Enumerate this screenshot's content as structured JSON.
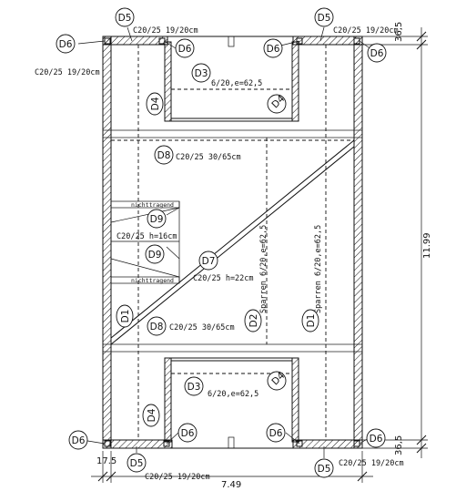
{
  "callouts": {
    "d5_top_left": "D5",
    "d5_top_right": "D5",
    "d5_bottom_left": "D5",
    "d5_bottom_right": "D5",
    "d6_top_left_outer": "D6",
    "d6_top_left_inner": "D6",
    "d6_top_right_inner": "D6",
    "d6_top_right_outer": "D6",
    "d6_bottom_left_outer": "D6",
    "d6_bottom_left_inner": "D6",
    "d6_bottom_right_inner": "D6",
    "d6_bottom_right_outer": "D6",
    "d3_top": "D3",
    "d3_bottom": "D3",
    "d4_top_left": "D4",
    "d4_top_right": "D4",
    "d4_bottom_left": "D4",
    "d4_bottom_right": "D4",
    "d8_top": "D8",
    "d8_bottom": "D8",
    "d9_upper": "D9",
    "d9_lower": "D9",
    "d7": "D7",
    "d1_left": "D1",
    "d1_right": "D1",
    "d2": "D2"
  },
  "labels": {
    "beam_top_left": "C20/25 19/20cm",
    "beam_top_right": "C20/25 19/20cm",
    "beam_left_outer": "C20/25 19/20cm",
    "beam_bottom_left": "C20/25 19/20cm",
    "beam_bottom_right": "C20/25 19/20cm",
    "d3_top_text": "6/20,e=62,5",
    "d3_bottom_text": "6/20,e=62,5",
    "d8_top_text": "C20/25 30/65cm",
    "d8_bottom_text": "C20/25 30/65cm",
    "stair_h16": "C20/25 h=16cm",
    "d7_text": "C20/25 h=22cm",
    "nicht_top": "nichttragend",
    "nicht_bottom": "nichttragend",
    "sparren_d2": "Sparren 6/20,e=62,5",
    "sparren_d1": "Sparren 6/20,e=62,5"
  },
  "dimensions": {
    "right_top": "36,5",
    "right_total": "11.99",
    "right_bottom": "36,5",
    "bottom_left": "17.5",
    "bottom_width": "7.49"
  }
}
